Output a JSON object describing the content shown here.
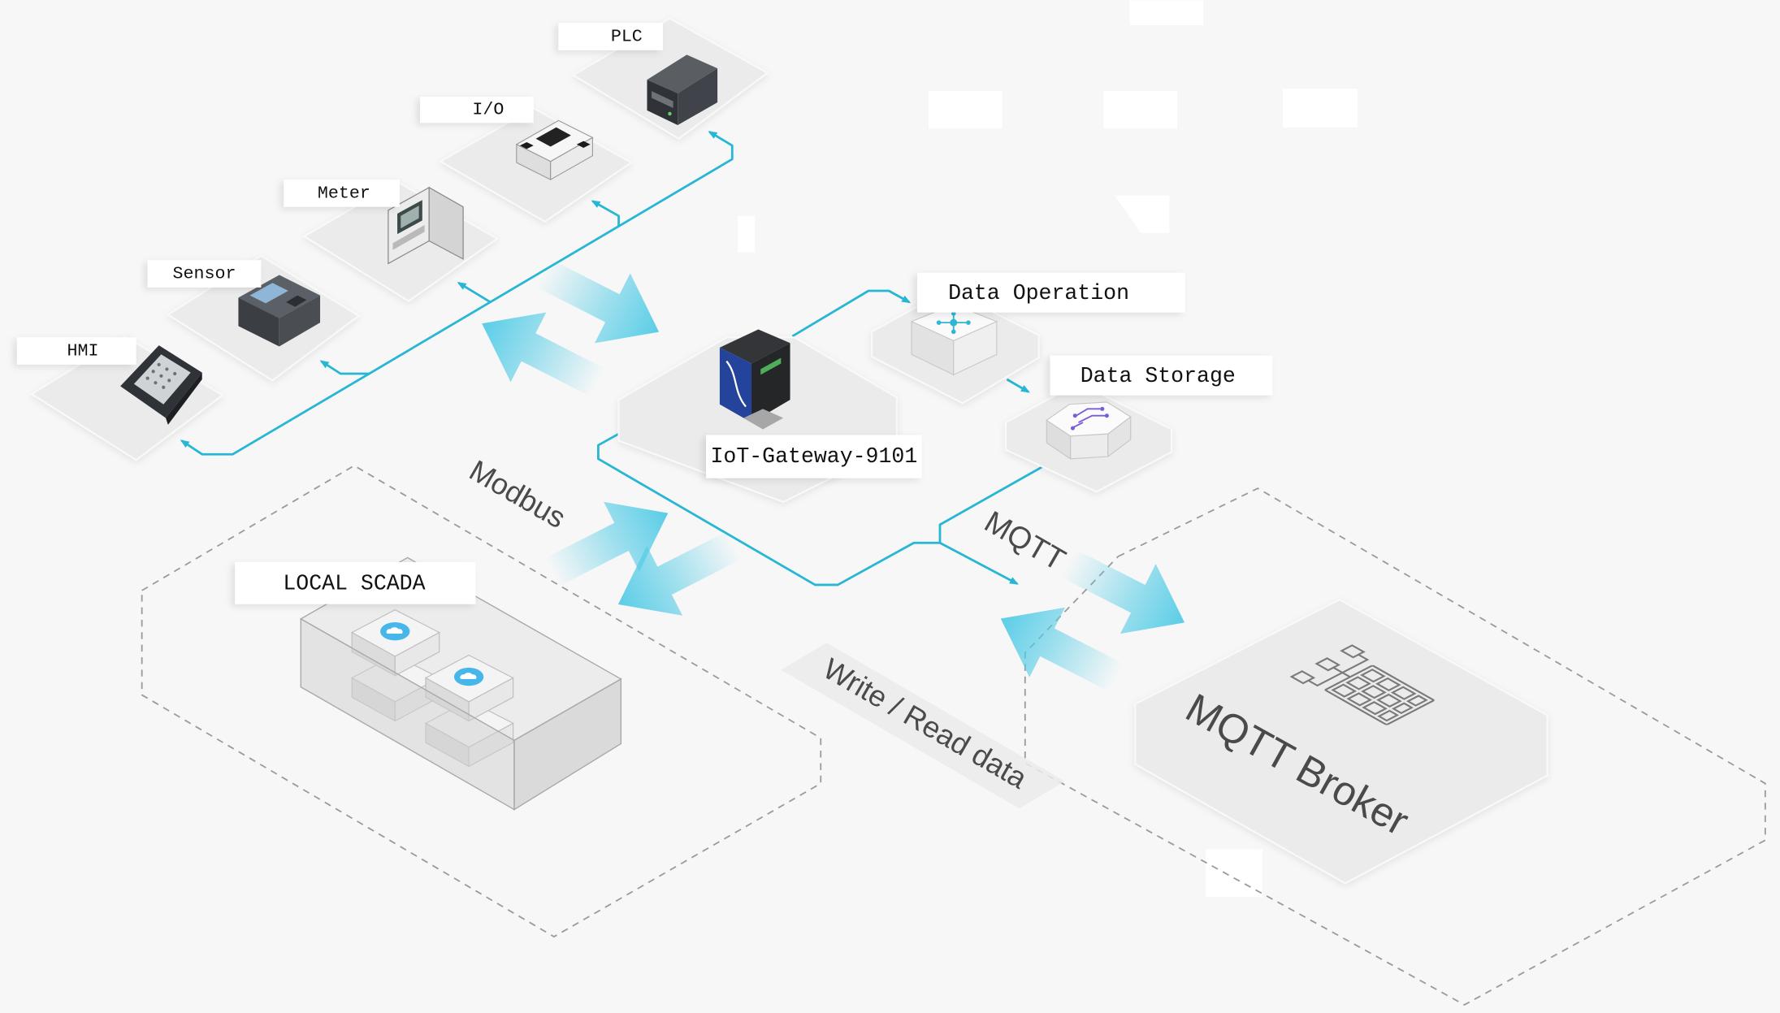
{
  "devices": [
    {
      "label": "PLC",
      "icon": "plc-icon"
    },
    {
      "label": "I/O",
      "icon": "io-module-icon"
    },
    {
      "label": "Meter",
      "icon": "power-meter-icon"
    },
    {
      "label": "Sensor",
      "icon": "sensor-controller-icon"
    },
    {
      "label": "HMI",
      "icon": "hmi-panel-icon"
    }
  ],
  "gateway": {
    "label": "IoT-Gateway-9101",
    "icon": "gateway-device-icon"
  },
  "services": [
    {
      "label": "Data Operation",
      "icon": "network-cube-icon"
    },
    {
      "label": "Data Storage",
      "icon": "circuit-storage-icon"
    }
  ],
  "protocols": {
    "modbus": "Modbus",
    "mqtt": "MQTT"
  },
  "local_scada": {
    "label": "LOCAL SCADA",
    "icon": "cloud-server-icon"
  },
  "flow_label": "Write / Read data",
  "broker": {
    "label": "MQTT Broker",
    "icon": "org-chart-grid-icon"
  },
  "colors": {
    "link": "#27b6d4",
    "arrow": "#52cbe6",
    "tile": "#ebebeb",
    "boundary": "#9b9b9b",
    "background": "#f7f7f7",
    "text": "#111111"
  }
}
